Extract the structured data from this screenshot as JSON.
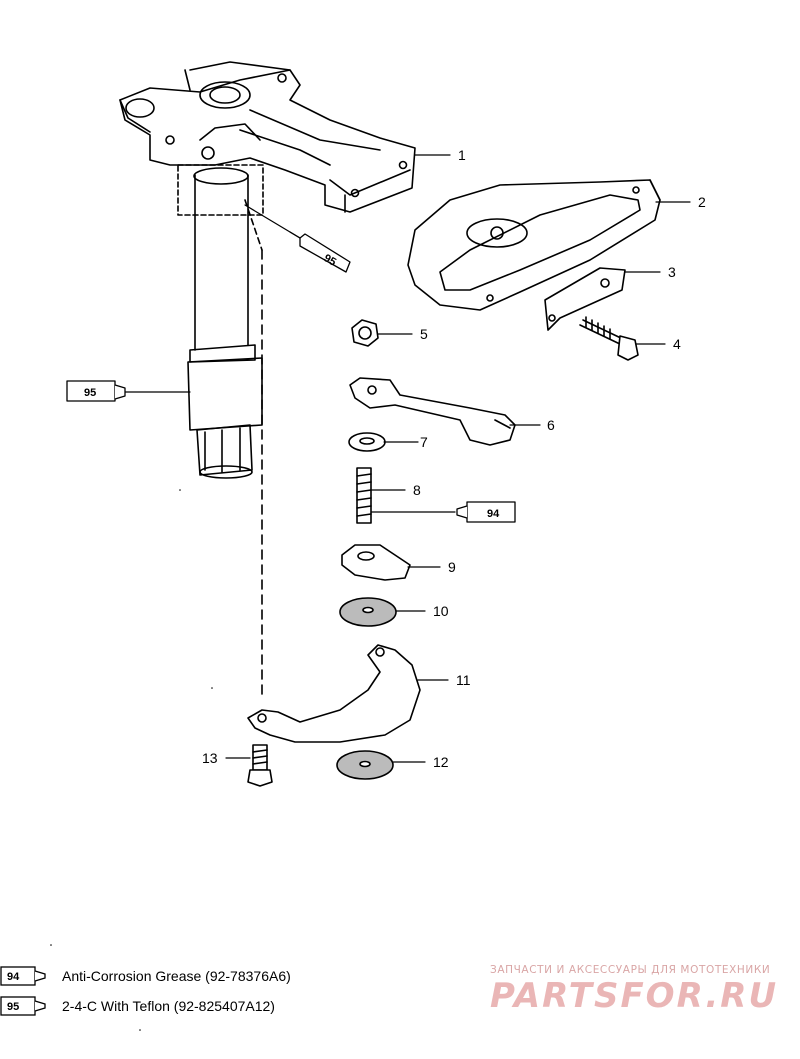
{
  "callouts": [
    "1",
    "2",
    "3",
    "4",
    "5",
    "6",
    "7",
    "8",
    "9",
    "10",
    "11",
    "12",
    "13"
  ],
  "tubes": {
    "steering_arm": "95",
    "shaft": "95",
    "stud": "94"
  },
  "legend": [
    {
      "code": "94",
      "text": "Anti-Corrosion Grease (92-78376A6)"
    },
    {
      "code": "95",
      "text": "2-4-C  With Teflon (92-825407A12)"
    }
  ],
  "watermark": {
    "tagline": "ЗАПЧАСТИ И АКСЕССУАРЫ ДЛЯ МОТОТЕХНИКИ",
    "logo": "PARTSFOR.RU"
  }
}
